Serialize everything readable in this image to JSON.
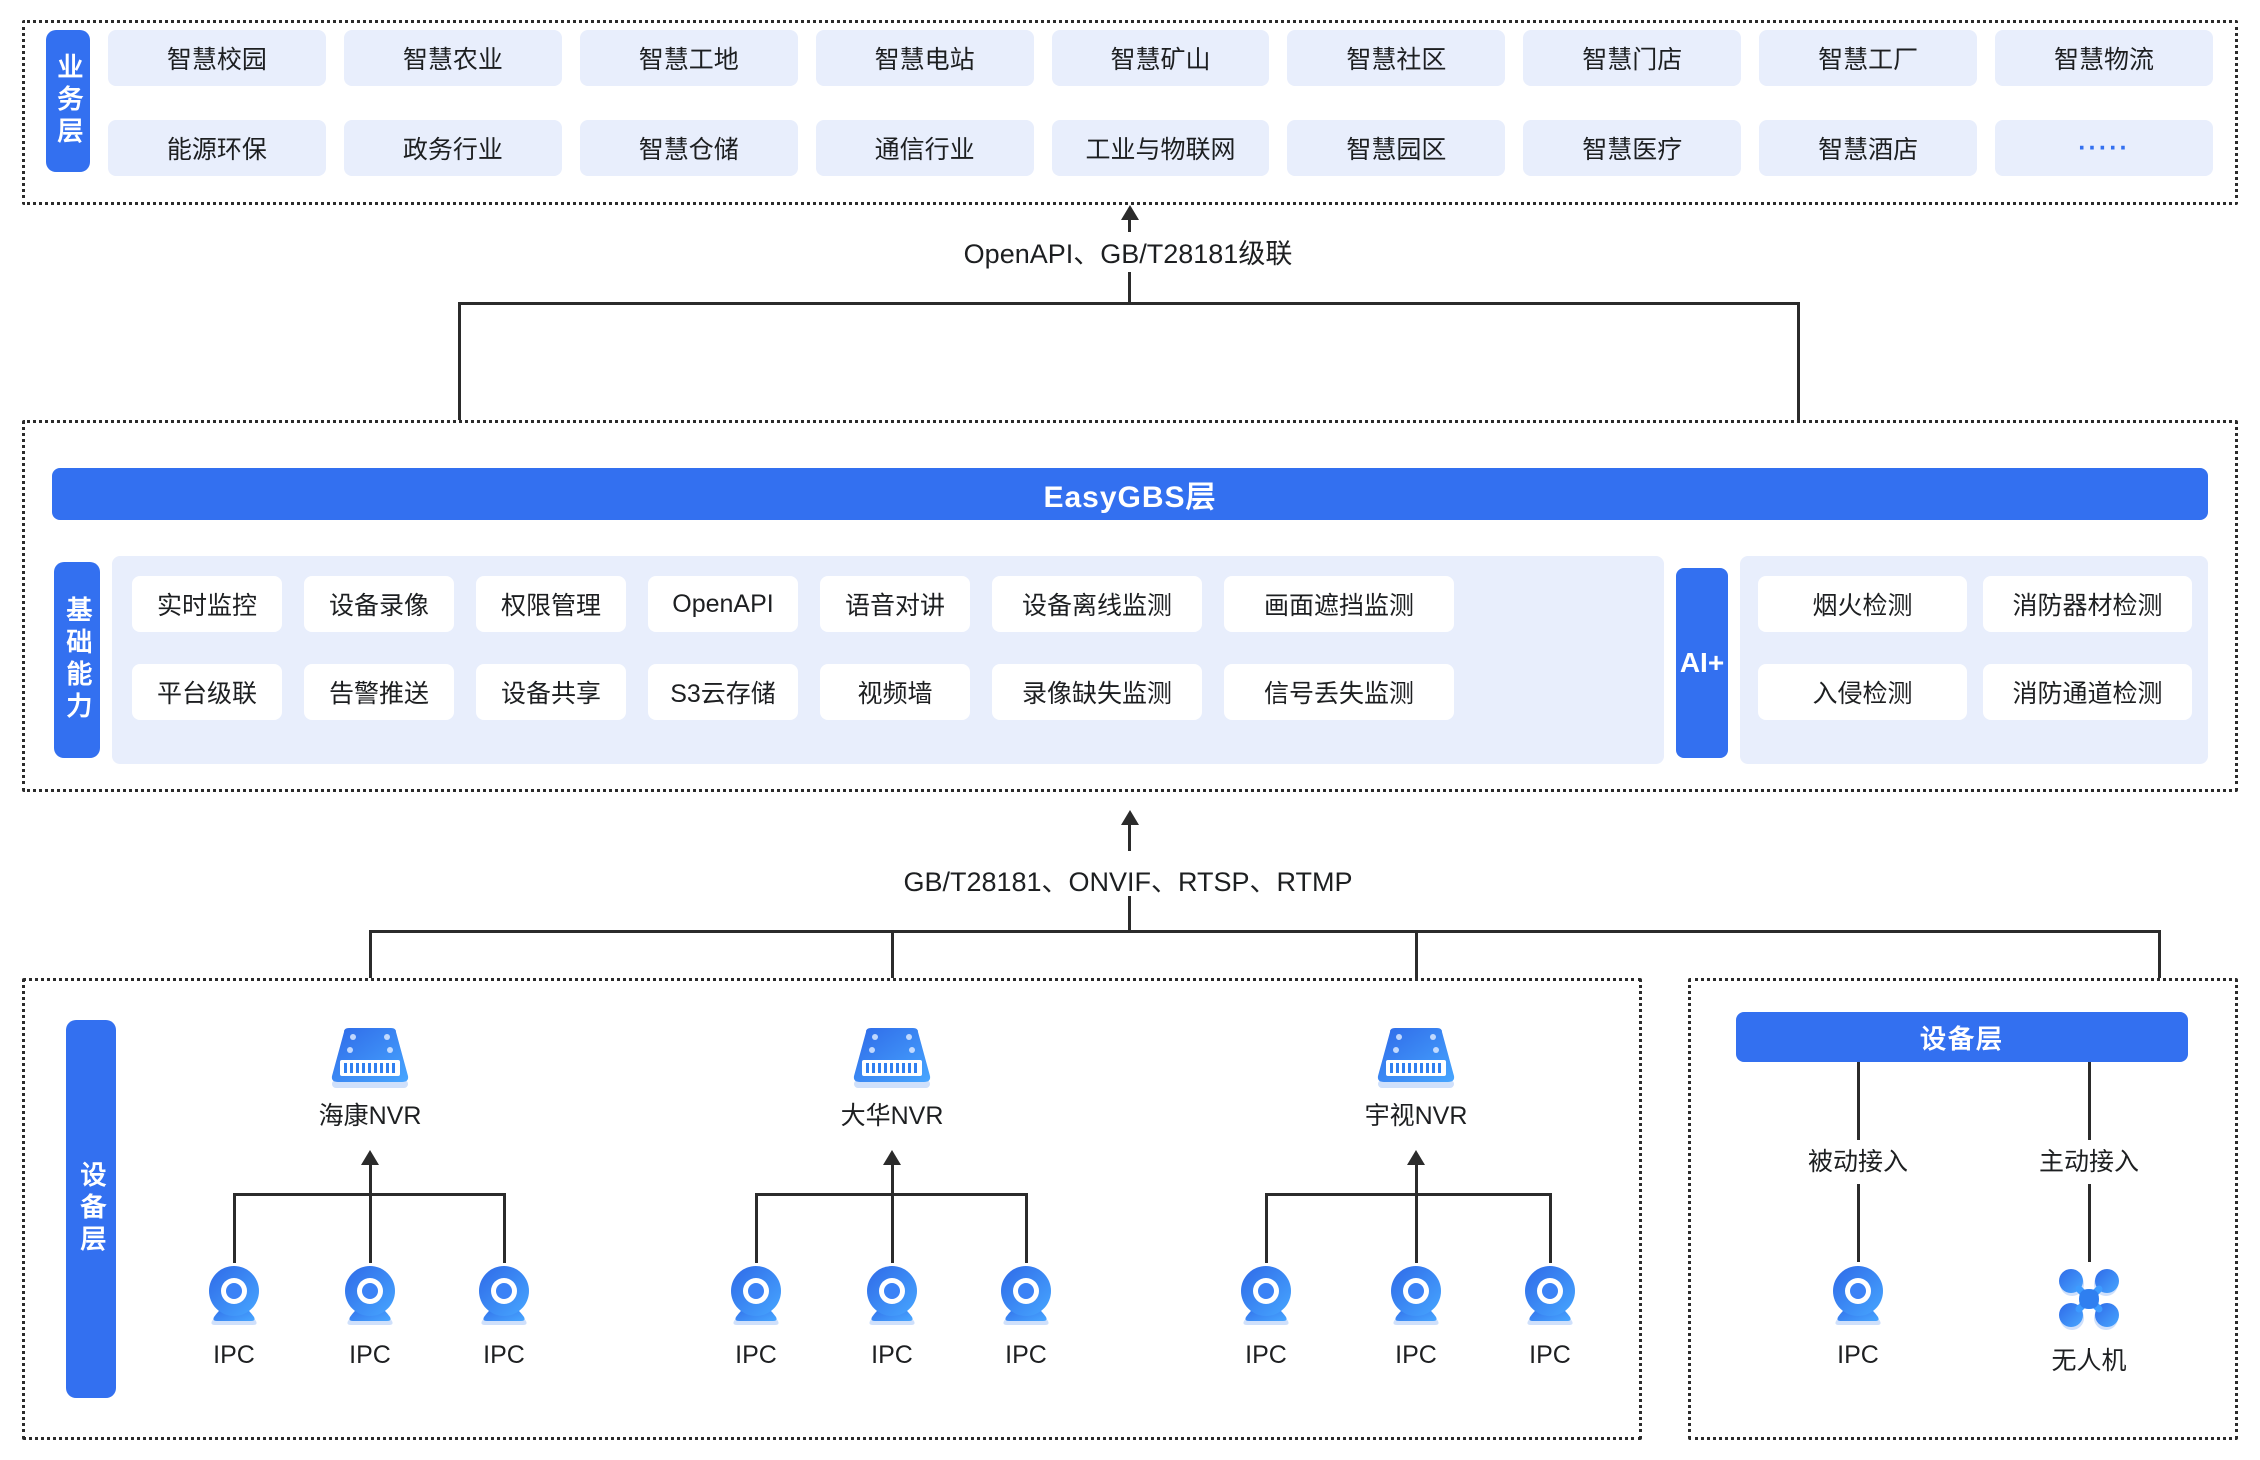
{
  "business_layer": {
    "tab_label": "业务层",
    "chips_row1": [
      "智慧校园",
      "智慧农业",
      "智慧工地",
      "智慧电站",
      "智慧矿山",
      "智慧社区",
      "智慧门店",
      "智慧工厂",
      "智慧物流"
    ],
    "chips_row2": [
      "能源环保",
      "政务行业",
      "智慧仓储",
      "通信行业",
      "工业与物联网",
      "智慧园区",
      "智慧医疗",
      "智慧酒店",
      "·····"
    ]
  },
  "connectors": {
    "top_label": "OpenAPI、GB/T28181级联",
    "bottom_label": "GB/T28181、ONVIF、RTSP、RTMP"
  },
  "gbs_layer": {
    "bar_label": "EasyGBS层",
    "capability_tab_label": "基础能力",
    "capabilities_row1": [
      "实时监控",
      "设备录像",
      "权限管理",
      "OpenAPI",
      "语音对讲",
      "设备离线监测",
      "画面遮挡监测"
    ],
    "capabilities_row2": [
      "平台级联",
      "告警推送",
      "设备共享",
      "S3云存储",
      "视频墙",
      "录像缺失监测",
      "信号丢失监测"
    ],
    "ai_tab_label": "AI+",
    "ai_row1": [
      "烟火检测",
      "消防器材检测"
    ],
    "ai_row2": [
      "入侵检测",
      "消防通道检测"
    ]
  },
  "device_layer": {
    "tab_label": "设备层",
    "nvr_groups": [
      {
        "nvr_label": "海康NVR",
        "cameras": [
          "IPC",
          "IPC",
          "IPC"
        ]
      },
      {
        "nvr_label": "大华NVR",
        "cameras": [
          "IPC",
          "IPC",
          "IPC"
        ]
      },
      {
        "nvr_label": "宇视NVR",
        "cameras": [
          "IPC",
          "IPC",
          "IPC"
        ]
      }
    ],
    "right_bar_label": "设备层",
    "access_modes": [
      "被动接入",
      "主动接入"
    ],
    "right_nodes": [
      "IPC",
      "无人机"
    ]
  },
  "colors": {
    "accent_blue": "#3370f0",
    "chip_blue_bg": "#e8eefc",
    "line_dark": "#2b2b2b",
    "icon_blue_dark": "#2f6ae8",
    "icon_blue_light": "#3d9bff"
  }
}
